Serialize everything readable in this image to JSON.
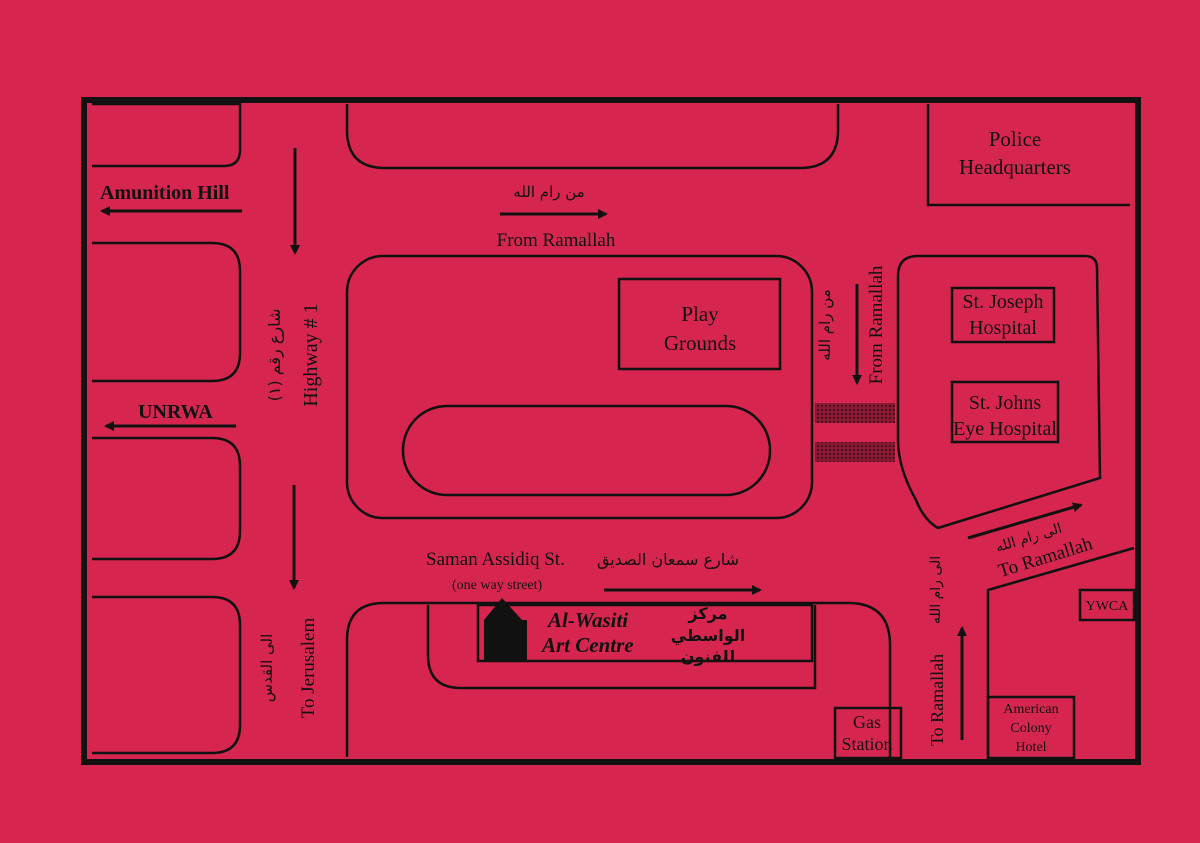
{
  "colors": {
    "background": "#d6264f",
    "ink": "#111111"
  },
  "labels": {
    "amunition_hill": "Amunition Hill",
    "unrwa": "UNRWA",
    "from_ramallah_top_ar": "من رام الله",
    "from_ramallah_top": "From Ramallah",
    "highway_ar": "شارع رقم (١)",
    "highway": "Highway # 1",
    "play": "Play",
    "grounds": "Grounds",
    "from_ramallah_side_ar": "من رام الله",
    "from_ramallah_side": "From Ramallah",
    "police_1": "Police",
    "police_2": "Headquarters",
    "st_joseph_1": "St. Joseph",
    "st_joseph_2": "Hospital",
    "st_johns_1": "St. Johns",
    "st_johns_2": "Eye Hospital",
    "to_ramallah_ar": "الى رام الله",
    "to_ramallah": "To Ramallah",
    "ywca": "YWCA",
    "street_en": "Saman Assidiq St.",
    "street_ar": "شارع سمعان الصديق",
    "one_way": "(one way street)",
    "wasiti_1": "Al-Wasiti",
    "wasiti_2": "Art Centre",
    "wasiti_ar_1": "مركز",
    "wasiti_ar_2": "الواسطي",
    "wasiti_ar_3": "للفنون",
    "to_jerusalem_ar": "الى القدس",
    "to_jerusalem": "To Jerusalem",
    "gas_1": "Gas",
    "gas_2": "Station",
    "to_ramallah_bottom_ar": "الى رام الله",
    "to_ramallah_bottom": "To Ramallah",
    "american_1": "American",
    "american_2": "Colony",
    "american_3": "Hotel"
  }
}
